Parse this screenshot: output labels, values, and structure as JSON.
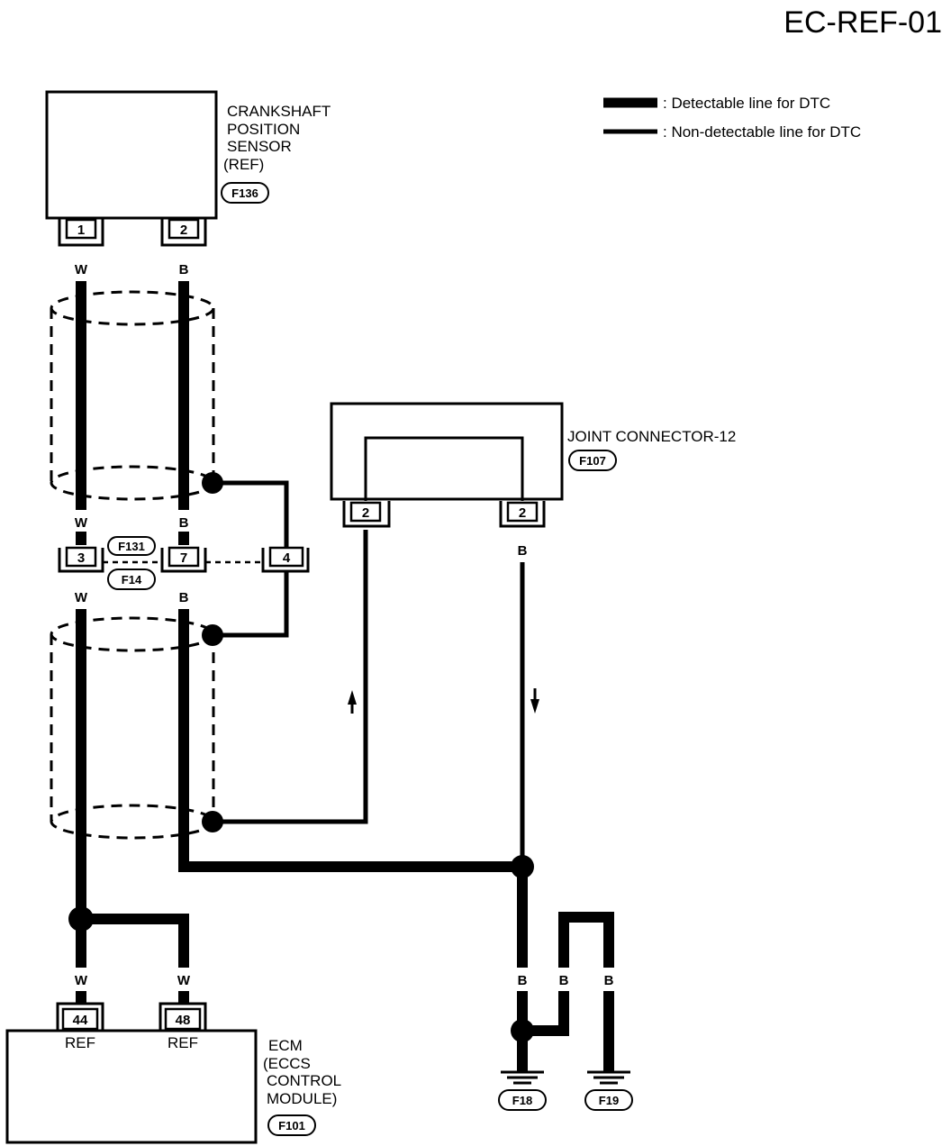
{
  "page_id": "EC-REF-01",
  "legend": {
    "detectable": ": Detectable line for DTC",
    "non_detectable": ": Non-detectable line for DTC"
  },
  "components": {
    "crankshaft": {
      "lines": [
        "CRANKSHAFT",
        "POSITION",
        "SENSOR",
        "(REF)"
      ],
      "connector": "F136",
      "pins": [
        "1",
        "2"
      ]
    },
    "joint_connector": {
      "name": "JOINT CONNECTOR-12",
      "connector": "F107",
      "pins": [
        "2",
        "2"
      ]
    },
    "ecm": {
      "lines": [
        "ECM",
        "(ECCS",
        "CONTROL",
        "MODULE)"
      ],
      "connector": "F101",
      "pins": [
        "44",
        "48"
      ],
      "pin_labels": [
        "REF",
        "REF"
      ]
    },
    "junction": {
      "connectors": [
        "F131",
        "F14"
      ],
      "pins": [
        "3",
        "7",
        "4"
      ]
    }
  },
  "wire_colors": {
    "w": "W",
    "b": "B"
  },
  "grounds": [
    "F18",
    "F19"
  ]
}
